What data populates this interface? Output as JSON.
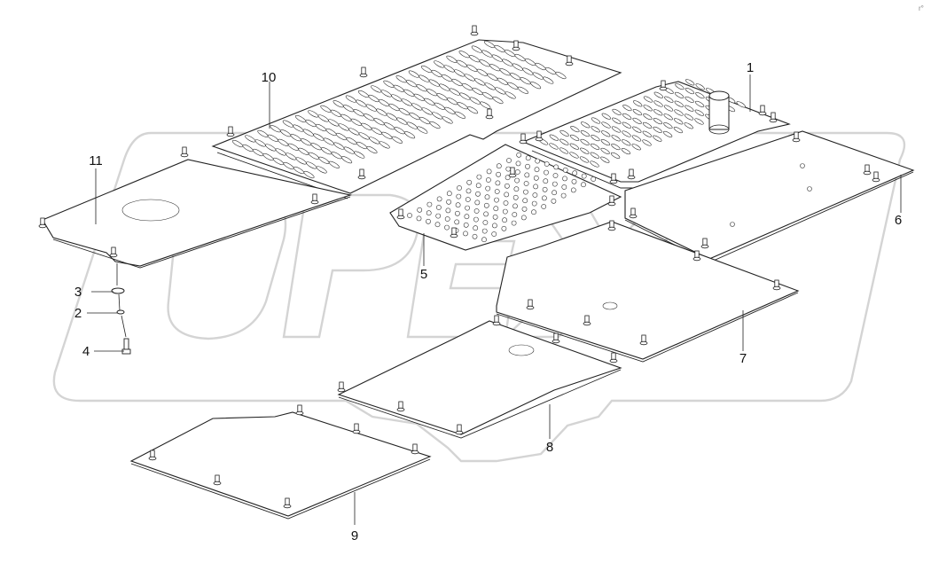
{
  "watermark": {
    "text": "OPEX",
    "color": "#d4d4d4"
  },
  "callouts": [
    {
      "id": "1",
      "label": "1"
    },
    {
      "id": "2",
      "label": "2"
    },
    {
      "id": "3",
      "label": "3"
    },
    {
      "id": "4",
      "label": "4"
    },
    {
      "id": "5",
      "label": "5"
    },
    {
      "id": "6",
      "label": "6"
    },
    {
      "id": "7",
      "label": "7"
    },
    {
      "id": "8",
      "label": "8"
    },
    {
      "id": "9",
      "label": "9"
    },
    {
      "id": "10",
      "label": "10"
    },
    {
      "id": "11",
      "label": "11"
    }
  ],
  "corner_mark": "r°"
}
